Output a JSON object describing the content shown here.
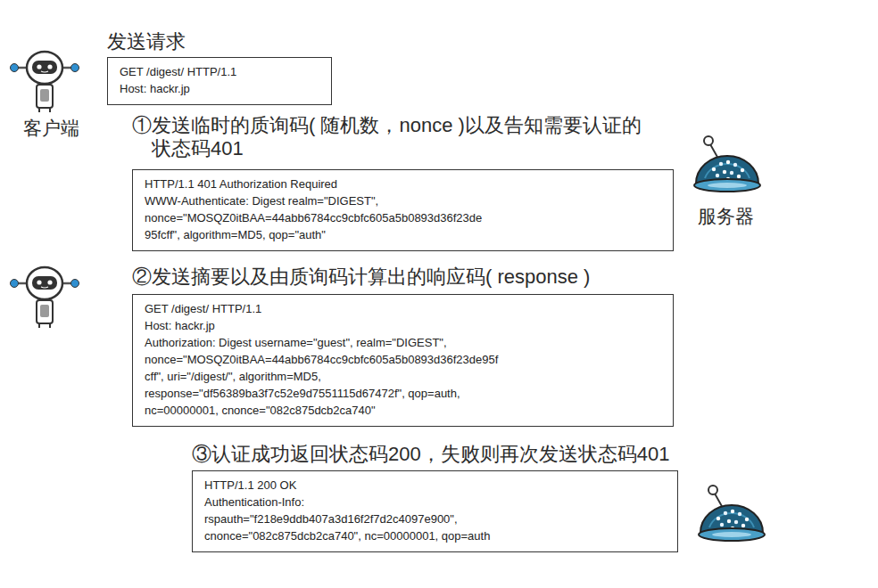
{
  "diagram": {
    "nodes": [
      {
        "text": [
          "发送请求",
          "GET /digest/ HTTP/1.1",
          "Host: hackr.jp"
        ]
      },
      {
        "text": [
          "①发送临时的质询码( 随机数，nonce )以及告知需要认证的 状态码401",
          "HTTP/1.1 401 Authorization Required",
          "WWW-Authenticate: Digest realm=\"DIGEST\", nonce=\"MOSQZ0itBAA=44abb6784cc9cbfc605a5b0893d36f23de 95fcff\", algorithm=MD5, qop=\"auth\""
        ]
      },
      {
        "text": [
          "②发送摘要以及由质询码计算出的响应码( response )",
          "GET /digest/ HTTP/1.1",
          "Host: hackr.jp",
          "Authorization: Digest username=\"guest\", realm=\"DIGEST\", nonce=\"MOSQZ0itBAA=44abb6784cc9cbfc605a5b0893d36f23de95f cff\", uri=\"/digest/\", algorithm=MD5, response=\"df56389ba3f7c52e9d7551115d67472f\", qop=auth, nc=00000001, cnonce=\"082c875dcb2ca740\""
        ]
      },
      {
        "text": [
          "③认证成功返回状态码200，失败则再次发送状态码401",
          "HTTP/1.1 200 OK",
          "Authentication-Info: rspauth=\"f218e9ddb407a3d16f2f7d2c4097e900\", cnonce=\"082c875dcb2ca740\", nc=00000001, qop=auth"
        ]
      }
    ],
    "labels": [
      "客户端",
      "服务器"
    ]
  }
}
